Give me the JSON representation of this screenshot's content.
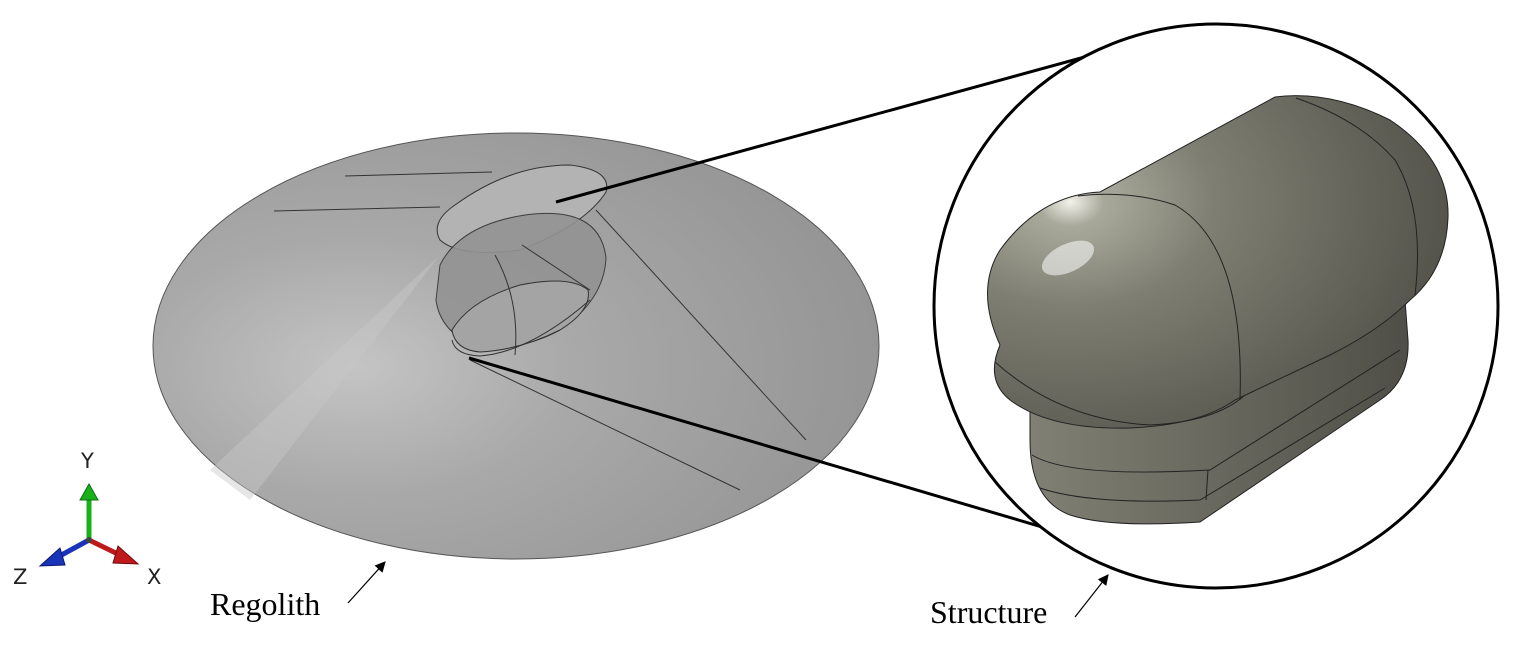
{
  "labels": {
    "regolith": "Regolith",
    "structure": "Structure"
  },
  "triad": {
    "y": "Y",
    "x": "X",
    "z": "Z"
  },
  "colors": {
    "regolith_fill": "#a6a6a6",
    "structure_fill": "#6b6b60",
    "axis_y": "#19b019",
    "axis_x": "#c0191b",
    "axis_z": "#1934b8"
  }
}
